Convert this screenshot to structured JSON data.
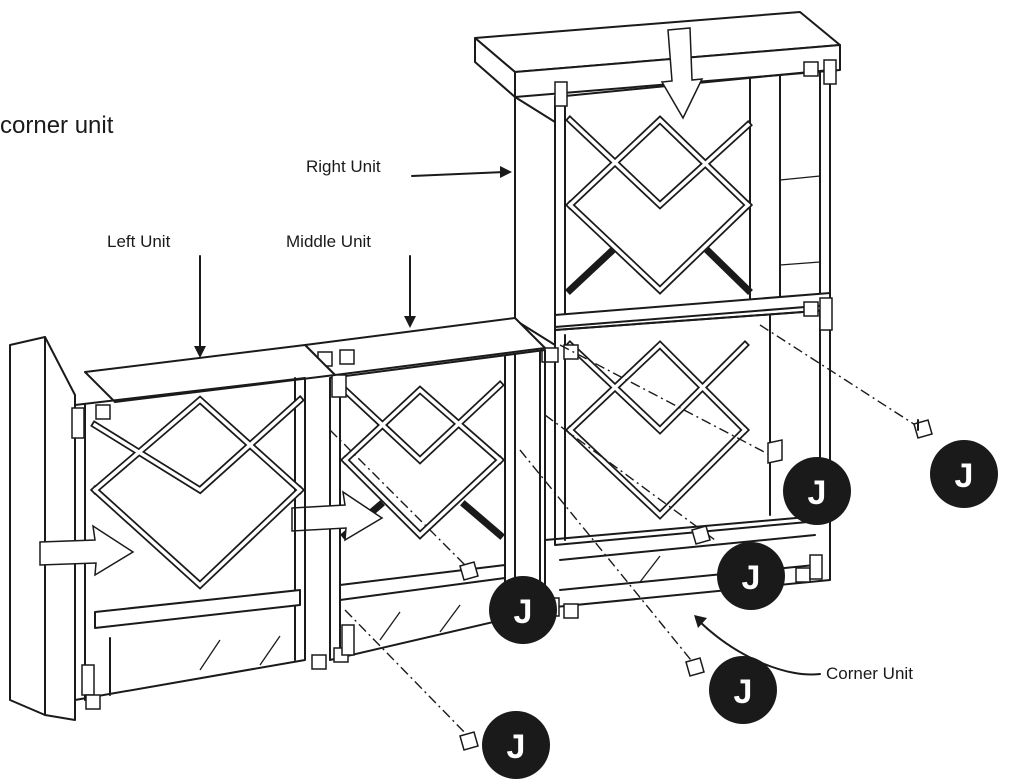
{
  "caption": "corner unit",
  "labels": {
    "right_unit": "Right Unit",
    "left_unit": "Left Unit",
    "middle_unit": "Middle Unit",
    "corner_unit": "Corner Unit"
  },
  "part_badges": [
    {
      "letter": "J"
    },
    {
      "letter": "J"
    },
    {
      "letter": "J"
    },
    {
      "letter": "J"
    },
    {
      "letter": "J"
    },
    {
      "letter": "J"
    }
  ],
  "colors": {
    "ink": "#1a1a1a",
    "paper": "#ffffff"
  },
  "icons": {
    "badge": "letter-badge-icon",
    "insert_arrow": "insert-arrow-icon",
    "clip": "connector-clip-icon"
  }
}
